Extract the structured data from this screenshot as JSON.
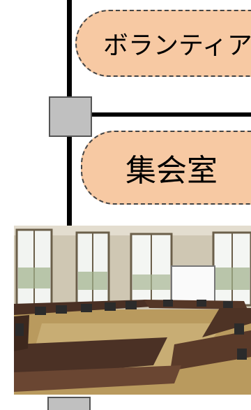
{
  "labels": {
    "volunteer_room": "ボランティア",
    "meeting_room": "集会室"
  },
  "photo": {
    "subject": "meeting-room-photo"
  },
  "colors": {
    "pill_fill": "#f7c9a3",
    "node_fill": "#c0c0c0",
    "line": "#000000"
  }
}
